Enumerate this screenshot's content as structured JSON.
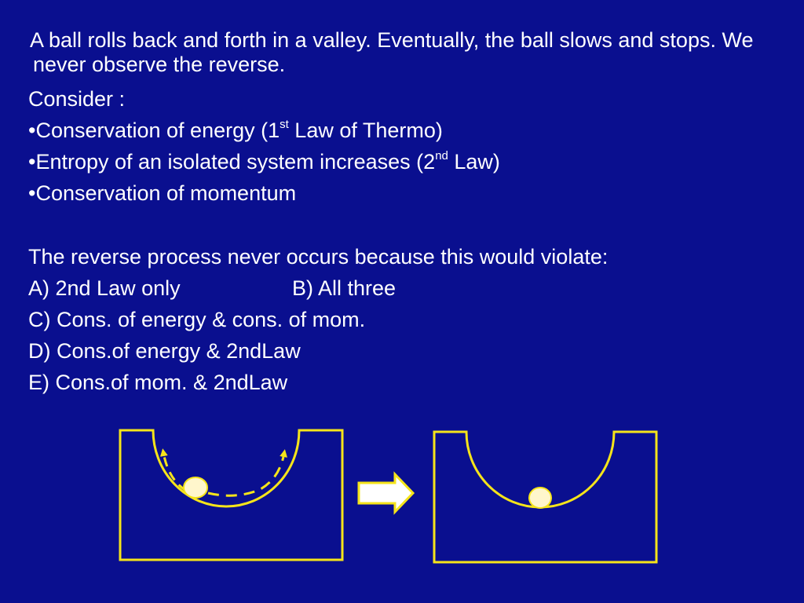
{
  "intro": " A ball rolls back and forth in a valley.  Eventually, the ball slows and stops.  We never observe the reverse.",
  "consider": "Consider :",
  "bullets": [
    {
      "pre": "•Conservation of energy (1",
      "sup": "st",
      "post": " Law of Thermo)"
    },
    {
      "pre": "•Entropy of an isolated system increases (2",
      "sup": "nd",
      "post": " Law)"
    },
    {
      "pre": "•Conservation of momentum",
      "sup": "",
      "post": ""
    }
  ],
  "question": "The reverse process never occurs because this would violate:",
  "options": {
    "A": "A) 2nd Law only",
    "B": "B) All three",
    "C": "C) Cons. of energy & cons. of mom.",
    "D": "D) Cons.of energy & 2ndLaw",
    "E": "E) Cons.of mom. & 2ndLaw"
  },
  "colors": {
    "background": "#0a0f8f",
    "text": "#ffffff",
    "outline": "#f5e41a",
    "ball": "#fff6cc"
  },
  "icons": [
    "curved-dashed-arrow-icon",
    "right-arrow-icon"
  ]
}
